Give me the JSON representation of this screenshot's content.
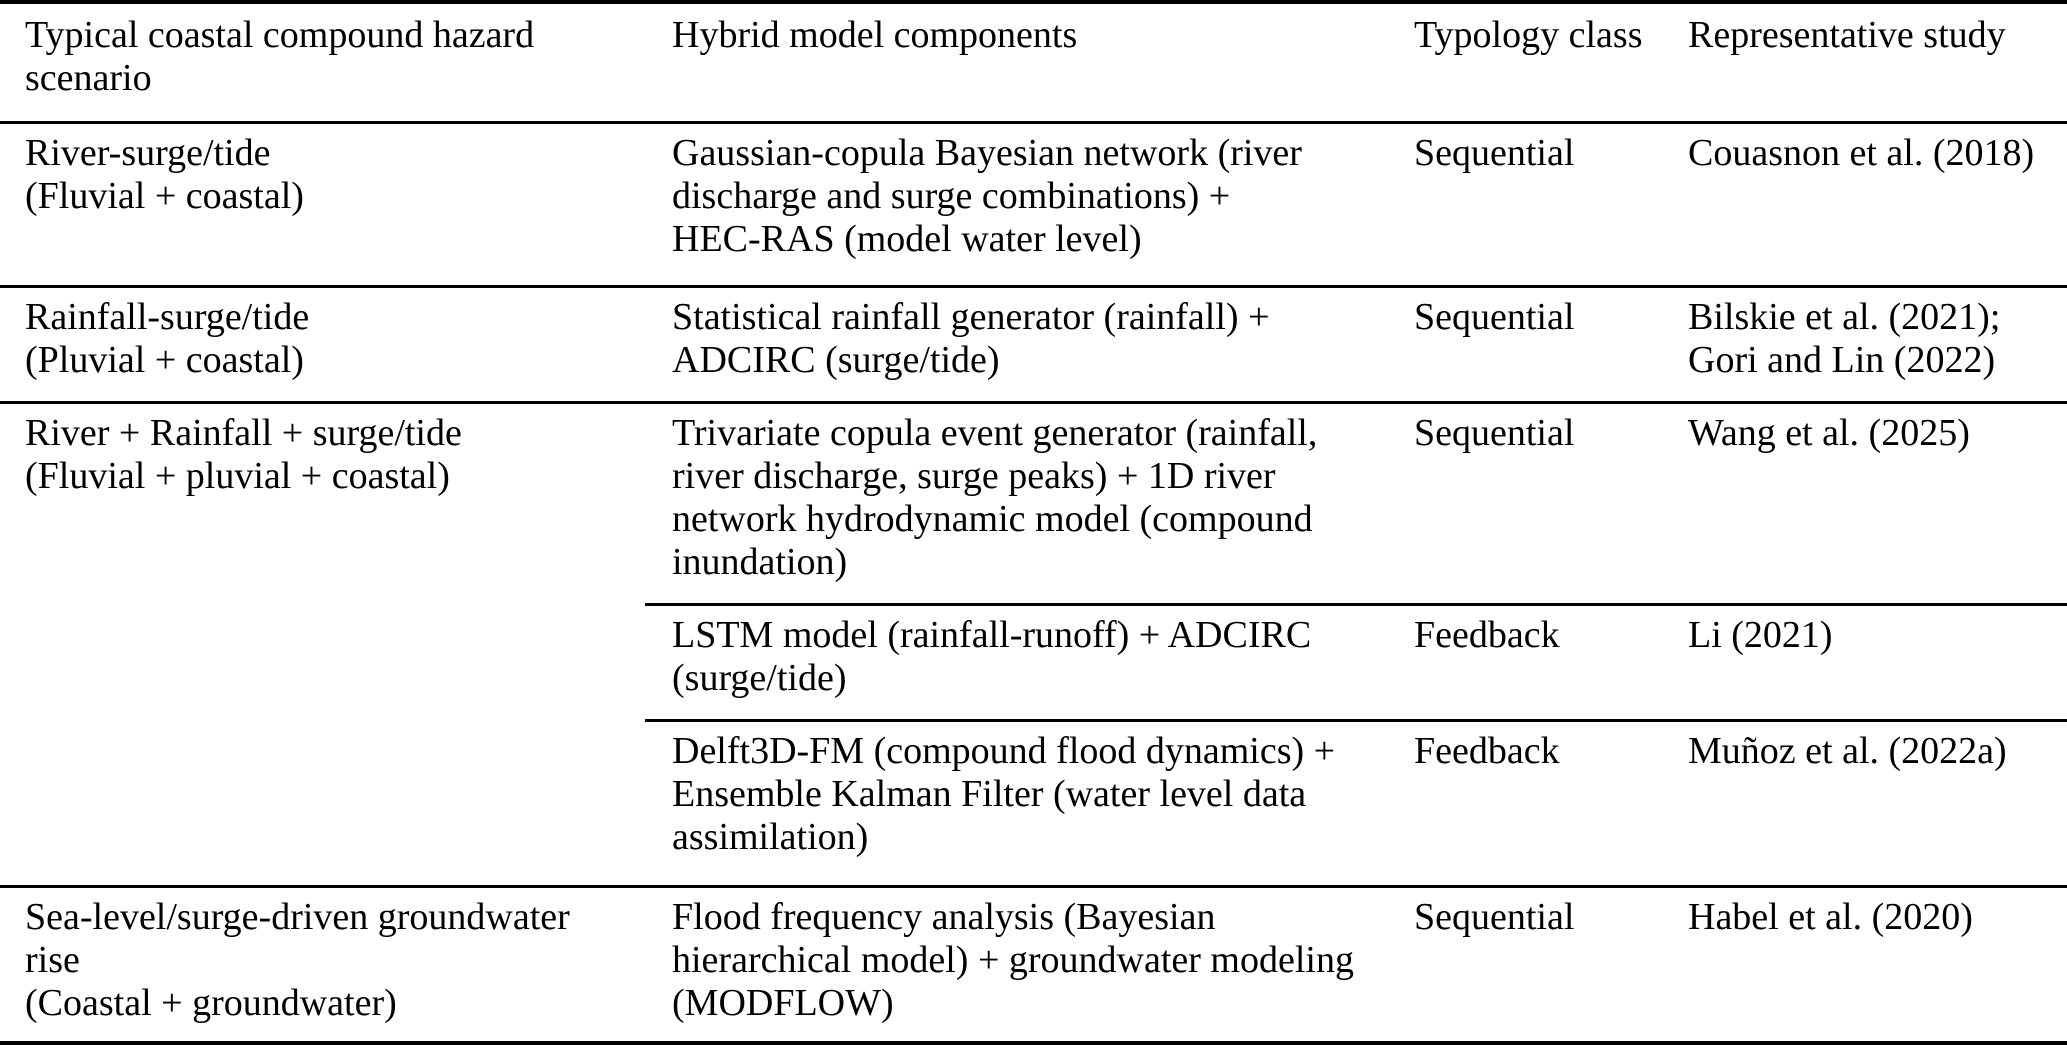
{
  "page": {
    "background_color": "#ffffff",
    "text_color": "#000000",
    "rule_color": "#000000"
  },
  "table": {
    "header": {
      "scenario": [
        "Typical coastal compound hazard",
        "scenario"
      ],
      "components": "Hybrid model components",
      "typology": "Typology class",
      "study": "Representative study"
    },
    "rows": [
      {
        "scenario": [
          "River-surge/tide",
          "(Fluvial + coastal)"
        ],
        "components": [
          "Gaussian-copula Bayesian network (river",
          "discharge and surge combinations) +",
          "HEC-RAS (model water level)"
        ],
        "typology": "Sequential",
        "study": [
          "Couasnon et al. (2018)"
        ]
      },
      {
        "scenario": [
          "Rainfall-surge/tide",
          "(Pluvial + coastal)"
        ],
        "components": [
          "Statistical rainfall generator (rainfall) +",
          "ADCIRC (surge/tide)"
        ],
        "typology": "Sequential",
        "study": [
          "Bilskie et al. (2021);",
          "Gori and Lin (2022)"
        ]
      },
      {
        "scenario": [
          "River + Rainfall + surge/tide",
          "(Fluvial + pluvial + coastal)"
        ],
        "subrows": [
          {
            "components": [
              "Trivariate copula event generator (rainfall,",
              "river discharge, surge peaks) + 1D river",
              "network hydrodynamic model (compound",
              "inundation)"
            ],
            "typology": "Sequential",
            "study": [
              "Wang et al. (2025)"
            ]
          },
          {
            "components": [
              "LSTM model (rainfall-runoff) + ADCIRC",
              "(surge/tide)"
            ],
            "typology": "Feedback",
            "study": [
              "Li (2021)"
            ]
          },
          {
            "components": [
              "Delft3D-FM (compound flood dynamics) +",
              "Ensemble Kalman Filter (water level data",
              "assimilation)"
            ],
            "typology": "Feedback",
            "study": [
              "Muñoz et al. (2022a)"
            ]
          }
        ]
      },
      {
        "scenario": [
          "Sea-level/surge-driven groundwater",
          "rise",
          "(Coastal + groundwater)"
        ],
        "components": [
          "Flood frequency analysis (Bayesian",
          "hierarchical model) + groundwater modeling",
          "(MODFLOW)"
        ],
        "typology": "Sequential",
        "study": [
          "Habel et al. (2020)"
        ]
      }
    ]
  }
}
